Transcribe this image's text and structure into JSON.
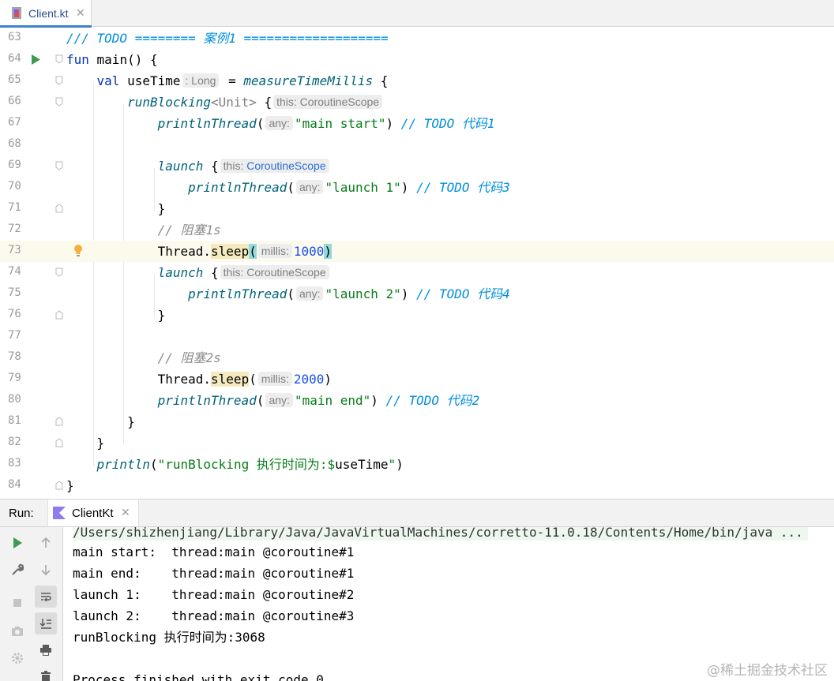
{
  "editor_tab": {
    "label": "Client.kt",
    "close": "✕"
  },
  "code_lines": [
    {
      "num": "63"
    },
    {
      "num": "64"
    },
    {
      "num": "65"
    },
    {
      "num": "66"
    },
    {
      "num": "67"
    },
    {
      "num": "68"
    },
    {
      "num": "69"
    },
    {
      "num": "70"
    },
    {
      "num": "71"
    },
    {
      "num": "72"
    },
    {
      "num": "73"
    },
    {
      "num": "74"
    },
    {
      "num": "75"
    },
    {
      "num": "76"
    },
    {
      "num": "77"
    },
    {
      "num": "78"
    },
    {
      "num": "79"
    },
    {
      "num": "80"
    },
    {
      "num": "81"
    },
    {
      "num": "82"
    },
    {
      "num": "83"
    },
    {
      "num": "84"
    }
  ],
  "code": {
    "l63_slashes": "/// ",
    "l63_comment": "TODO ======== 案例1 ===================",
    "l64_kw": "fun",
    "l64_rest": " main() {",
    "l65_kw": "val",
    "l65_name": " useTime",
    "l65_hint": ": Long",
    "l65_eq": " = ",
    "l65_fn": "measureTimeMillis",
    "l65_brace": " {",
    "l66_fn": "runBlocking",
    "l66_type": "<Unit>",
    "l66_brace": " {",
    "l66_hint_this": "this:",
    "l66_hint_scope": " CoroutineScope",
    "l67_fn": "printlnThread",
    "l67_open": "(",
    "l67_hint": "any:",
    "l67_str": "\"main start\"",
    "l67_close": ")",
    "l67_slashes": " // ",
    "l67_todo": "TODO 代码1",
    "l69_fn": "launch",
    "l69_brace": " {",
    "l69_hint_this": "this:",
    "l69_hint_scope": " CoroutineScope",
    "l70_fn": "printlnThread",
    "l70_open": "(",
    "l70_hint": "any:",
    "l70_str": "\"launch 1\"",
    "l70_close": ")",
    "l70_slashes": " // ",
    "l70_todo": "TODO 代码3",
    "l71_brace": "}",
    "l72_comment": "// 阻塞1s",
    "l73_obj": "Thread.",
    "l73_fn": "sleep",
    "l73_open": "(",
    "l73_hint": "millis:",
    "l73_num": "1000",
    "l73_close": ")",
    "l74_fn": "launch",
    "l74_brace": " {",
    "l74_hint_this": "this:",
    "l74_hint_scope": " CoroutineScope",
    "l75_fn": "printlnThread",
    "l75_open": "(",
    "l75_hint": "any:",
    "l75_str": "\"launch 2\"",
    "l75_close": ")",
    "l75_slashes": " // ",
    "l75_todo": "TODO 代码4",
    "l76_brace": "}",
    "l78_comment": "// 阻塞2s",
    "l79_obj": "Thread.",
    "l79_fn": "sleep",
    "l79_open": "(",
    "l79_hint": "millis:",
    "l79_num": "2000",
    "l79_close": ")",
    "l80_fn": "printlnThread",
    "l80_open": "(",
    "l80_hint": "any:",
    "l80_str": "\"main end\"",
    "l80_close": ")",
    "l80_slashes": " // ",
    "l80_todo": "TODO 代码2",
    "l81_brace": "}",
    "l82_brace": "}",
    "l83_fn": "println",
    "l83_open": "(",
    "l83_str": "\"runBlocking 执行时间为:$",
    "l83_var": "useTime",
    "l83_str_end": "\"",
    "l83_close": ")",
    "l84_brace": "}"
  },
  "run_panel": {
    "title": "Run:",
    "tab_label": "ClientKt",
    "tab_close": "✕",
    "console_lines": [
      "/Users/shizhenjiang/Library/Java/JavaVirtualMachines/corretto-11.0.18/Contents/Home/bin/java ...",
      "main start:  thread:main @coroutine#1",
      "main end:    thread:main @coroutine#1",
      "launch 1:    thread:main @coroutine#2",
      "launch 2:    thread:main @coroutine#3",
      "runBlocking 执行时间为:3068",
      "",
      "Process finished with exit code 0"
    ]
  },
  "watermark": "@稀土掘金技术社区",
  "colors": {
    "keyword": "#0033b3",
    "string": "#067d17",
    "todo": "#008dde",
    "number": "#1750eb",
    "current_line": "#fcfaed"
  }
}
